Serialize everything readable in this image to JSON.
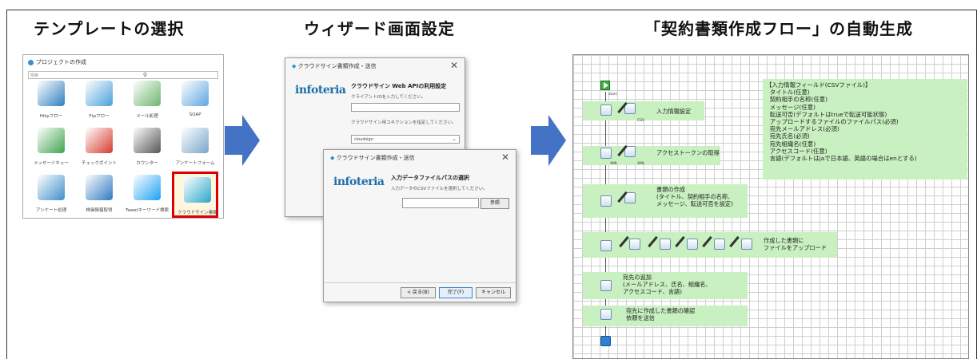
{
  "headings": {
    "step1": "テンプレートの選択",
    "step2": "ウィザード画面設定",
    "step3": "「契約書類作成フロー」の自動生成"
  },
  "panel1": {
    "window_title": "プロジェクトの作成",
    "search_placeholder": "検索",
    "tiles": [
      {
        "label": "Httpフロー",
        "icon": "globe-icon",
        "color": "#2f7fbf"
      },
      {
        "label": "Ftpフロー",
        "icon": "ftp-icon",
        "color": "#48a0d8"
      },
      {
        "label": "メール処理",
        "icon": "mail-icon",
        "color": "#6db56d"
      },
      {
        "label": "SOAP",
        "icon": "soap-icon",
        "color": "#5ea6e0"
      },
      {
        "label": "メッセージキュー",
        "icon": "database-icon",
        "color": "#3fa34d"
      },
      {
        "label": "チェックポイント",
        "icon": "pushpin-icon",
        "color": "#d63a2f"
      },
      {
        "label": "カウンター",
        "icon": "counter-icon",
        "color": "#555555"
      },
      {
        "label": "アンケートフォーム",
        "icon": "form-icon",
        "color": "#7aa6c9"
      },
      {
        "label": "アンケート処理",
        "icon": "list-icon",
        "color": "#3f8fc8"
      },
      {
        "label": "株価情報取得",
        "icon": "stock-chart-icon",
        "color": "#2f79c0"
      },
      {
        "label": "Tweetキーワード検索",
        "icon": "twitter-bird-icon",
        "color": "#1da1f2"
      },
      {
        "label": "クラウドサイン書類",
        "icon": "cloudsign-icon",
        "color": "#2aa6c9"
      }
    ],
    "selected_index": 11
  },
  "panel2": {
    "dialog1": {
      "title": "クラウドサイン書類作成・送信",
      "logo": "infoteria",
      "heading": "クラウドサイン Web APIの利用設定",
      "client_prompt": "クライアントIDを入力してください。",
      "connection_prompt": "クラウドサイン用コネクションを指定してください。",
      "connection_value": "cloudsign"
    },
    "dialog2": {
      "title": "クラウドサイン書類作成・送信",
      "logo": "infoteria",
      "heading": "入力データファイルパスの選択",
      "prompt": "入力データのCSVファイルを選択してください。",
      "browse_label": "参照",
      "back_label": "< 戻る(B)",
      "finish_label": "完了(F)",
      "cancel_label": "キャンセル"
    }
  },
  "panel3": {
    "start_tag": "start",
    "csv_tag": "CSV",
    "xml_tag": "XML",
    "steps": [
      "入力情報設定",
      "アクセストークンの取得",
      "書類の作成\n(タイトル、契約相手の名称、\nメッセージ、転送可否を設定)",
      "作成した書類に\nファイルをアップロード",
      "宛先の追加\n(メールアドレス、氏名、組織名、\nアクセスコード、言語)",
      "宛先に作成した書類の確認\n依頼を送信"
    ],
    "info_text": "【入力情報フィールド(CSVファイル)】\n  タイトル(任意)\n  契約相手の名称(任意)\n  メッセージ(任意)\n  転送可否(デフォルトはtrueで転送可能状態)\n  アップロードするファイルのファイルパス(必須)\n  宛先メールアドレス(必須)\n  宛先氏名(必須)\n  宛先組織名(任意)\n  アクセスコード(任意)\n  言語(デフォルトはjaで日本語、英語の場合はenとする)"
  },
  "colors": {
    "arrow": "#4472c4",
    "band": "#c8f0c0",
    "selected_border": "#dd0000",
    "logo": "#1e6fa8"
  }
}
